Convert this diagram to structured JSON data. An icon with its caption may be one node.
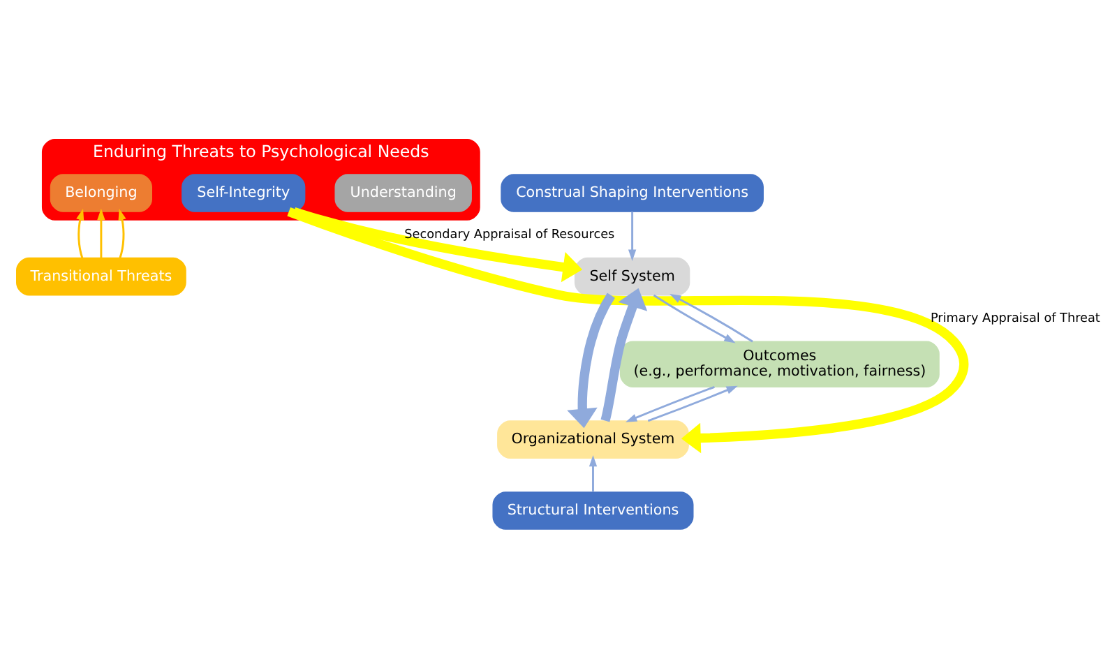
{
  "diagram": {
    "nodes": [
      {
        "text": [
          "Enduring Threats to Psychological Needs"
        ]
      },
      {
        "text": [
          "Understanding"
        ],
        "in": 0
      },
      {
        "text": [
          "Self-Integrity"
        ],
        "in": 0
      },
      {
        "text": [
          "Belonging"
        ],
        "in": 0
      },
      {
        "text": [
          "Transitional Threats"
        ]
      },
      {
        "text": [
          "Construal Shaping Interventions"
        ]
      },
      {
        "text": [
          "Self System"
        ]
      },
      {
        "text": [
          "Outcomes",
          "(e.g., performance, motivation, fairness)"
        ]
      },
      {
        "text": [
          "Organizational System"
        ]
      },
      {
        "text": [
          "Structural Interventions"
        ]
      }
    ],
    "edges": [
      {
        "from": 4,
        "to": 3,
        "arrow": "to",
        "color": "#ffc000"
      },
      {
        "from": 4,
        "to": 3,
        "arrow": "to",
        "color": "#ffc000"
      },
      {
        "from": 4,
        "to": 3,
        "arrow": "to",
        "color": "#ffc000"
      },
      {
        "from": 2,
        "to": 6,
        "arrow": "to",
        "label": "Secondary Appraisal of Resources",
        "style": "thick",
        "color": "#ffff00"
      },
      {
        "from": 2,
        "to": 8,
        "arrow": "to",
        "label": "Primary Appraisal of Threat",
        "style": "thick",
        "color": "#ffff00"
      },
      {
        "from": 5,
        "to": 6,
        "arrow": "to"
      },
      {
        "from": 7,
        "to": 6,
        "arrow": "to"
      },
      {
        "from": 6,
        "to": 7,
        "arrow": "to"
      },
      {
        "from": 8,
        "to": 7,
        "arrow": "to"
      },
      {
        "from": 7,
        "to": 8,
        "arrow": "to"
      },
      {
        "from": 9,
        "to": 8,
        "arrow": "to"
      },
      {
        "from": 6,
        "to": 8,
        "arrow": "to",
        "style": "thick"
      },
      {
        "from": 8,
        "to": 6,
        "arrow": "to",
        "style": "thick"
      }
    ]
  }
}
